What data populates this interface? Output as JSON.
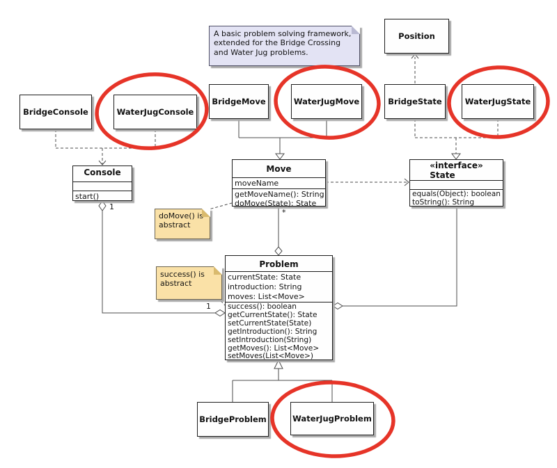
{
  "diagram": {
    "note": {
      "lines": [
        "A basic problem solving framework,",
        "extended for the Bridge Crossing",
        "and Water Jug problems."
      ]
    },
    "sticky_notes": {
      "domove": {
        "lines": [
          "doMove() is",
          "abstract"
        ]
      },
      "success": {
        "lines": [
          "success() is",
          "abstract"
        ]
      }
    },
    "classes": {
      "position": {
        "name": "Position"
      },
      "bridge_console": {
        "name": "BridgeConsole"
      },
      "waterjug_console": {
        "name": "WaterJugConsole"
      },
      "bridge_move": {
        "name": "BridgeMove"
      },
      "waterjug_move": {
        "name": "WaterJugMove"
      },
      "bridge_state": {
        "name": "BridgeState"
      },
      "waterjug_state": {
        "name": "WaterJugState"
      },
      "console": {
        "name": "Console",
        "operations": [
          "start()"
        ]
      },
      "move": {
        "name": "Move",
        "attributes": [
          "moveName"
        ],
        "operations": [
          "getMoveName(): String",
          "doMove(State): State"
        ]
      },
      "state": {
        "stereotype": "«interface»",
        "name": "State",
        "operations": [
          "equals(Object): boolean",
          "toString(): String"
        ]
      },
      "problem": {
        "name": "Problem",
        "attributes": [
          "currentState: State",
          "introduction: String",
          "moves: List<Move>"
        ],
        "operations": [
          "success(): boolean",
          "getCurrentState(): State",
          "setCurrentState(State)",
          "getIntroduction(): String",
          "setIntroduction(String)",
          "getMoves(): List<Move>",
          "setMoves(List<Move>)"
        ]
      },
      "bridge_problem": {
        "name": "BridgeProblem"
      },
      "waterjug_problem": {
        "name": "WaterJugProblem"
      }
    },
    "labels": {
      "console_end_multiplicity": "1",
      "problem_end_multiplicity": "1",
      "move_end_multiplicity": "*"
    },
    "colors": {
      "note_background": "#e3e3f4",
      "sticky_background": "#fae1a7",
      "highlight_ellipse": "#e63428",
      "connector": "#4b4b4b",
      "class_border": "#1c1c1c"
    }
  }
}
